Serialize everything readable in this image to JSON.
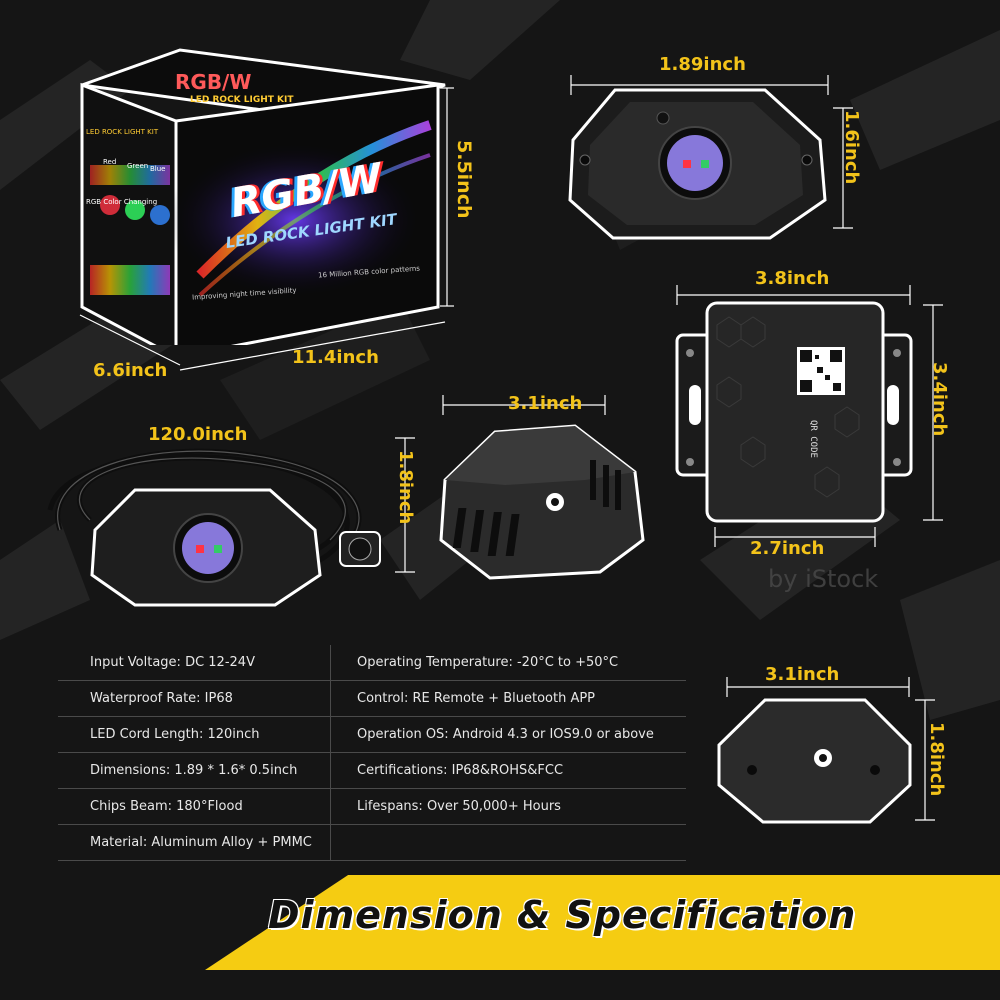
{
  "dimensions": {
    "pod_width": "1.89inch",
    "pod_height": "1.6inch",
    "box_height": "5.5inch",
    "box_depth": "6.6inch",
    "box_width": "11.4inch",
    "controller_width": "3.8inch",
    "controller_height": "3.4inch",
    "controller_inner_width": "2.7inch",
    "side_length": "3.1inch",
    "side_height": "1.8inch",
    "cord_length": "120.0inch",
    "bottom_length": "3.1inch",
    "bottom_height": "1.8inch"
  },
  "package": {
    "brand": "RGB/W",
    "subtitle": "LED ROCK LIGHT KIT",
    "color_red": "Red",
    "color_green": "Green",
    "color_blue": "Blue",
    "color_changing": "RGB Color Changing",
    "feature_1": "Improving night time visibility",
    "feature_2": "16 Million RGB color patterns"
  },
  "controller": {
    "qr_label": "QR CODE"
  },
  "watermark": "by iStock",
  "specs": [
    {
      "left": "Input Voltage: DC 12-24V",
      "right": "Operating Temperature: -20°C to +50°C"
    },
    {
      "left": "Waterproof Rate: IP68",
      "right": "Control: RE Remote + Bluetooth APP"
    },
    {
      "left": "LED Cord Length: 120inch",
      "right": "Operation OS: Android 4.3 or IOS9.0 or above"
    },
    {
      "left": "Dimensions: 1.89 * 1.6* 0.5inch",
      "right": "Certifications: IP68&ROHS&FCC"
    },
    {
      "left": "Chips Beam: 180°Flood",
      "right": "Lifespans: Over 50,000+ Hours"
    },
    {
      "left": "Material: Aluminum Alloy + PMMC",
      "right": ""
    }
  ],
  "banner": {
    "title": "Dimension & Specification"
  },
  "colors": {
    "accent": "#f3c31a",
    "banner": "#f5cc12",
    "background": "#141414"
  }
}
